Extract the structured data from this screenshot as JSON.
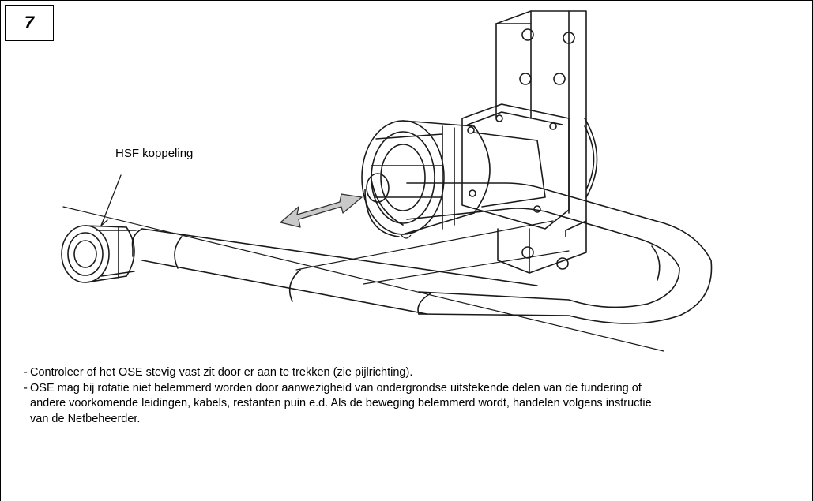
{
  "step": {
    "number": "7"
  },
  "illustration": {
    "label": "HSF koppeling",
    "icons": [
      "pipe-assembly-drawing",
      "double-arrow-icon",
      "mounting-bracket"
    ]
  },
  "notes": [
    {
      "dash": "-",
      "text": "Controleer of het OSE stevig vast zit door er aan te trekken (zie pijlrichting)."
    },
    {
      "dash": "-",
      "text": "OSE mag bij rotatie niet belemmerd worden door aanwezigheid van ondergrondse uitstekende delen van de fundering of andere voorkomende leidingen, kabels, restanten puin e.d.  Als de beweging belemmerd wordt, handelen volgens instructie van de Netbeheerder."
    }
  ]
}
